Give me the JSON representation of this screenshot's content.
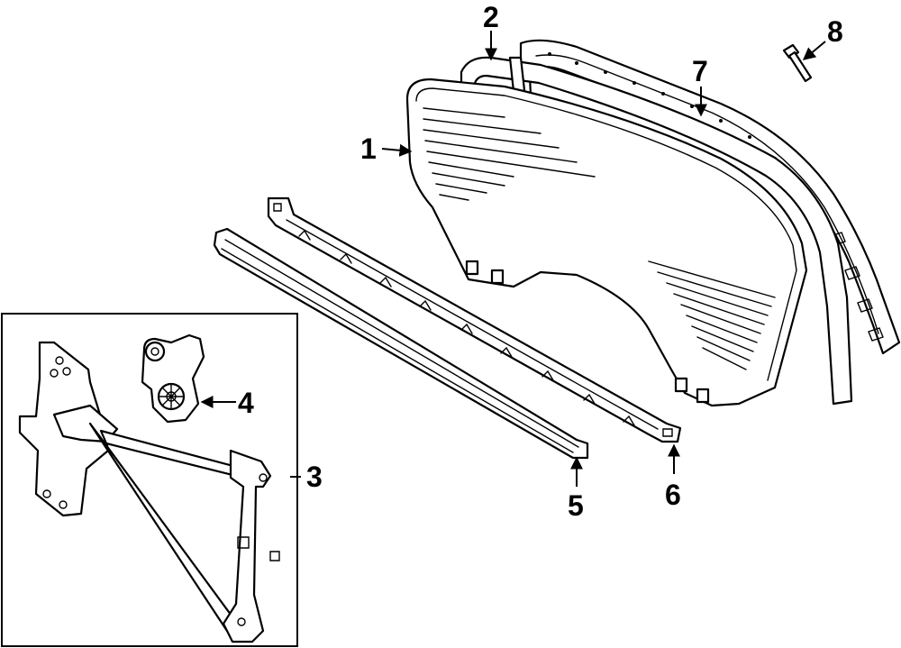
{
  "callouts": [
    {
      "id": "1",
      "label": "1"
    },
    {
      "id": "2",
      "label": "2"
    },
    {
      "id": "3",
      "label": "3"
    },
    {
      "id": "4",
      "label": "4"
    },
    {
      "id": "5",
      "label": "5"
    },
    {
      "id": "6",
      "label": "6"
    },
    {
      "id": "7",
      "label": "7"
    },
    {
      "id": "8",
      "label": "8"
    }
  ],
  "parts": [
    "glass",
    "run-channel",
    "regulator",
    "motor",
    "outer-weatherstrip",
    "inner-weatherstrip",
    "door-frame-seal",
    "bolt"
  ]
}
